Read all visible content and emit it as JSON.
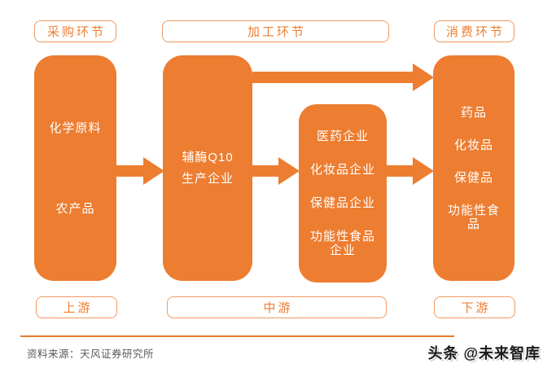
{
  "colors": {
    "primary_orange": "#ed7d31",
    "tag_border_orange": "#f09a63",
    "divider_orange": "#e87b2e",
    "source_text_gray": "#595959",
    "watermark_black": "#1a1a1a",
    "box_text_white": "#ffffff"
  },
  "stages": {
    "top": [
      {
        "label": "采购环节"
      },
      {
        "label": "加工环节"
      },
      {
        "label": "消费环节"
      }
    ],
    "bottom": [
      {
        "label": "上游"
      },
      {
        "label": "中游"
      },
      {
        "label": "下游"
      }
    ]
  },
  "boxes": {
    "upstream": {
      "items": [
        "化学原料",
        "农产品"
      ]
    },
    "producer": {
      "lines": [
        "辅酶Q10",
        "生产企业"
      ]
    },
    "companies": {
      "items": [
        "医药企业",
        "化妆品企业",
        "保健品企业",
        "功能性食品企业"
      ]
    },
    "products": {
      "items": [
        "药品",
        "化妆品",
        "保健品",
        "功能性食品"
      ]
    }
  },
  "footer": {
    "source": "资料来源：天风证券研究所",
    "watermark": "头条 @未来智库"
  }
}
